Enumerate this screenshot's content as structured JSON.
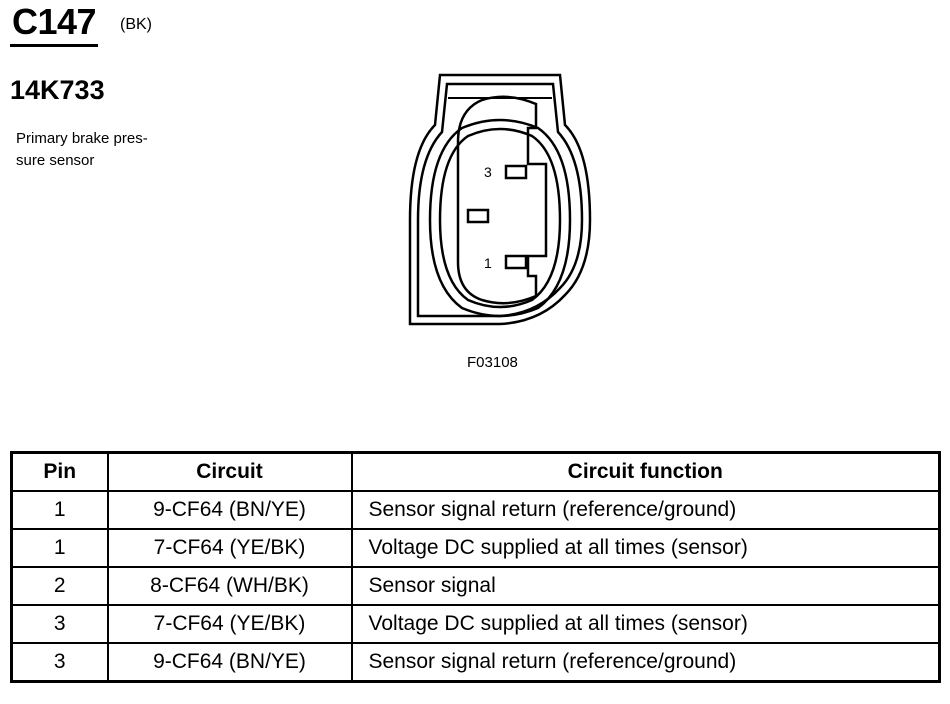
{
  "header": {
    "connector_id": "C147",
    "connector_color": "(BK)",
    "part_number": "14K733",
    "description_lines": [
      "Primary brake pres-",
      "sure sensor"
    ]
  },
  "diagram": {
    "figure_id": "F03108",
    "pin_labels": {
      "top": "3",
      "bottom": "1"
    }
  },
  "table": {
    "headers": {
      "pin": "Pin",
      "circuit": "Circuit",
      "function": "Circuit function"
    },
    "rows": [
      {
        "pin": "1",
        "circuit": "9-CF64 (BN/YE)",
        "function": "Sensor signal return (reference/ground)"
      },
      {
        "pin": "1",
        "circuit": "7-CF64 (YE/BK)",
        "function": "Voltage DC supplied at all times (sensor)"
      },
      {
        "pin": "2",
        "circuit": "8-CF64 (WH/BK)",
        "function": "Sensor signal"
      },
      {
        "pin": "3",
        "circuit": "7-CF64 (YE/BK)",
        "function": "Voltage DC supplied at all times (sensor)"
      },
      {
        "pin": "3",
        "circuit": "9-CF64 (BN/YE)",
        "function": "Sensor signal return (reference/ground)"
      }
    ]
  }
}
